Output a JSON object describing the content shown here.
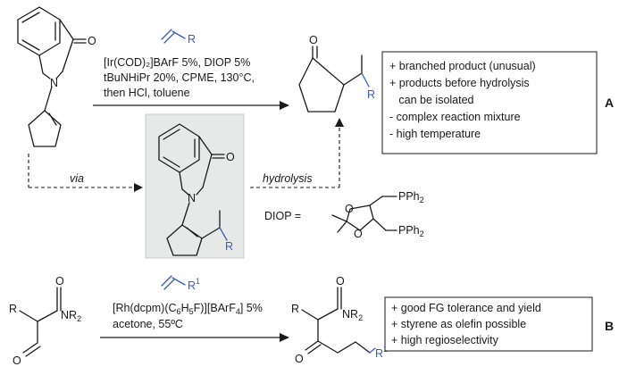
{
  "scheme_a": {
    "conditions_line1": "[Ir(COD)₂]BArF 5%, DIOP 5%",
    "conditions_line2": "tBuNHiPr 20%, CPME, 130°C,",
    "conditions_line3": "then HCl, toluene",
    "via_label": "via",
    "hydrolysis_label": "hydrolysis",
    "diop_label": "DIOP =",
    "pph2": "PPh",
    "pph2_sub": "2",
    "notes": [
      "+ branched product (unusual)",
      "+ products before hydrolysis",
      "   can be isolated",
      "- complex reaction mixture",
      "- high temperature"
    ],
    "label": "A"
  },
  "scheme_b": {
    "conditions_line1_a": "[Rh(dcpm)(C",
    "conditions_line1_b": "6",
    "conditions_line1_c": "H",
    "conditions_line1_d": "5",
    "conditions_line1_e": "F)][BArF",
    "conditions_line1_f": "4",
    "conditions_line1_g": "] 5%",
    "conditions_line2": "acetone, 55ºC",
    "notes": [
      "+ good FG tolerance  and yield",
      "+ styrene as olefin possible",
      "+ high regioselectivity"
    ],
    "label": "B"
  },
  "atoms": {
    "O": "O",
    "N": "N",
    "R": "R",
    "NR2_main": "NR",
    "NR2_sub": "2",
    "R1_main": "R",
    "R1_sup": "1"
  },
  "colors": {
    "substituent_blue": "#3b5bc8",
    "panel_grey": "#e6e9e8"
  }
}
